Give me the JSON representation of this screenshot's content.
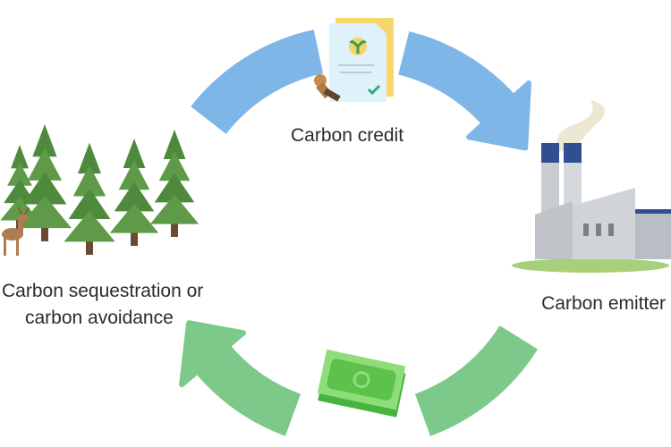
{
  "labels": {
    "credit": "Carbon credit",
    "emitter": "Carbon emitter",
    "sequestration_line1": "Carbon sequestration or",
    "sequestration_line2": "carbon avoidance"
  },
  "colors": {
    "blue_arrow": "#7fb6e8",
    "green_arrow": "#7dc98a",
    "tree": "#4f8a3c",
    "factory": "#c9cdd2",
    "chimney_cap": "#2f4f8f"
  },
  "icons": [
    "certificate-icon",
    "money-icon",
    "forest-icon",
    "deer-icon",
    "factory-icon"
  ]
}
